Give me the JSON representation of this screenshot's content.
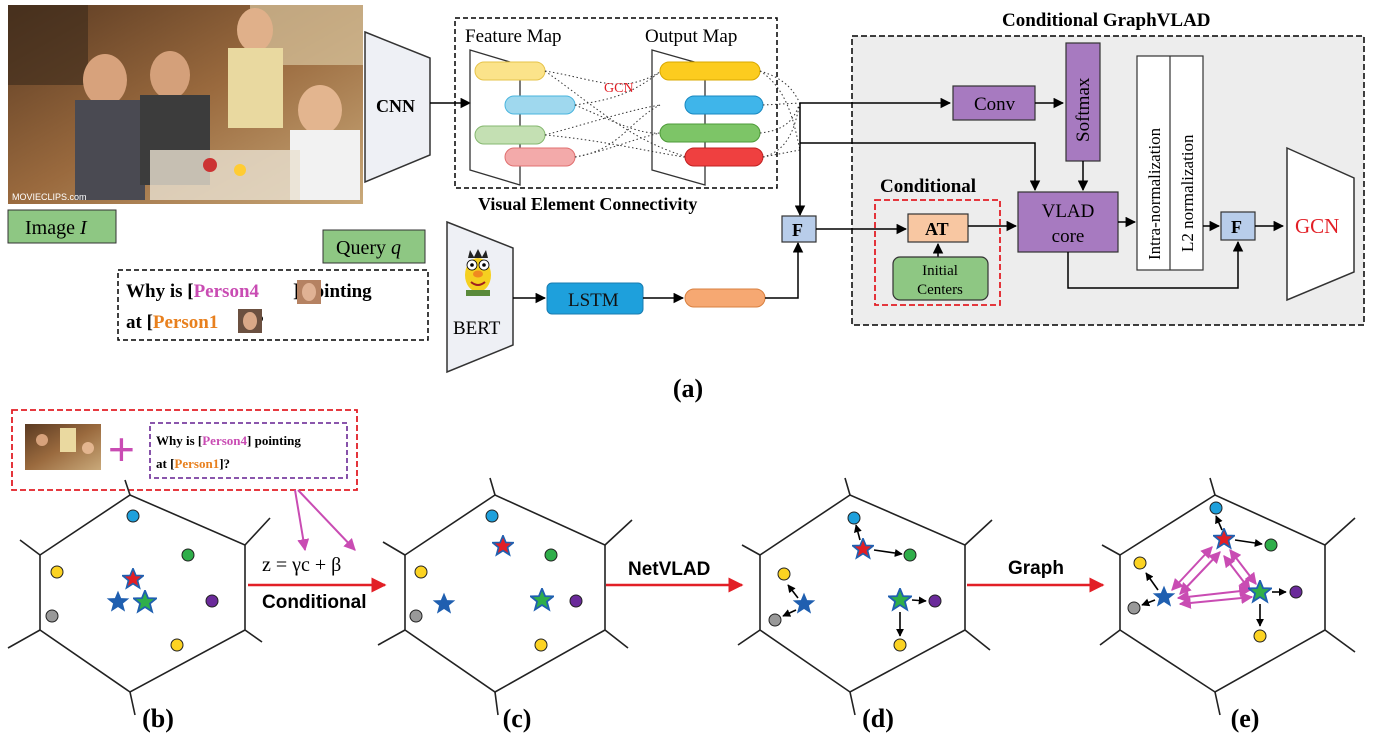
{
  "colors": {
    "purple_box": "#a77ac0",
    "blue_box": "#b8cdea",
    "green_box": "#8ec783",
    "orange_box": "#f8c7a2",
    "lstm_box": "#1ea0dc",
    "gray_panel": "#ededed",
    "red_arrow": "#e21f26",
    "magenta": "#c94cb3",
    "orange_text": "#e8801e",
    "gcn_red": "#e21f26"
  },
  "icons": {
    "photo": "restaurant-scene-photo",
    "bert": "bert-character-icon",
    "person4": "person-face-thumbnail",
    "person1": "person-face-thumbnail"
  },
  "top": {
    "image_label_main": "Image",
    "image_label_var": "I",
    "photo_watermark": "MOVIECLIPS.com",
    "cnn": "CNN",
    "feature_map": "Feature Map",
    "output_map": "Output Map",
    "gcn_small": "GCN",
    "vec_title": "Visual Element Connectivity",
    "query_label_main": "Query",
    "query_label_var": "q",
    "query_why": "Why is [",
    "query_person4": "Person4",
    "query_mid": "] pointing",
    "query_at": "at [",
    "query_person1": "Person1",
    "query_end": "]?",
    "bert": "BERT",
    "lstm": "LSTM",
    "f_left": "F",
    "cg_title": "Conditional GraphVLAD",
    "conv": "Conv",
    "softmax": "Softmax",
    "intra_norm": "Intra-normalization",
    "l2_norm": "L2 normalization",
    "conditional": "Conditional",
    "at": "AT",
    "initial_centers_1": "Initial",
    "initial_centers_2": "Centers",
    "vlad_1": "VLAD",
    "vlad_2": "core",
    "f_right": "F",
    "gcn_big": "GCN",
    "caption_a": "(a)"
  },
  "bottom": {
    "mini_q_1a": "Why is [",
    "mini_q_person4": "Person4",
    "mini_q_1b": "] pointing",
    "mini_q_2a": "at [",
    "mini_q_person1": "Person1",
    "mini_q_2b": "]?",
    "plus": "+",
    "formula": "z = γc + β",
    "conditional_label": "Conditional",
    "netvlad_label": "NetVLAD",
    "graph_label": "Graph",
    "caption_b": "(b)",
    "caption_c": "(c)",
    "caption_d": "(d)",
    "caption_e": "(e)"
  }
}
